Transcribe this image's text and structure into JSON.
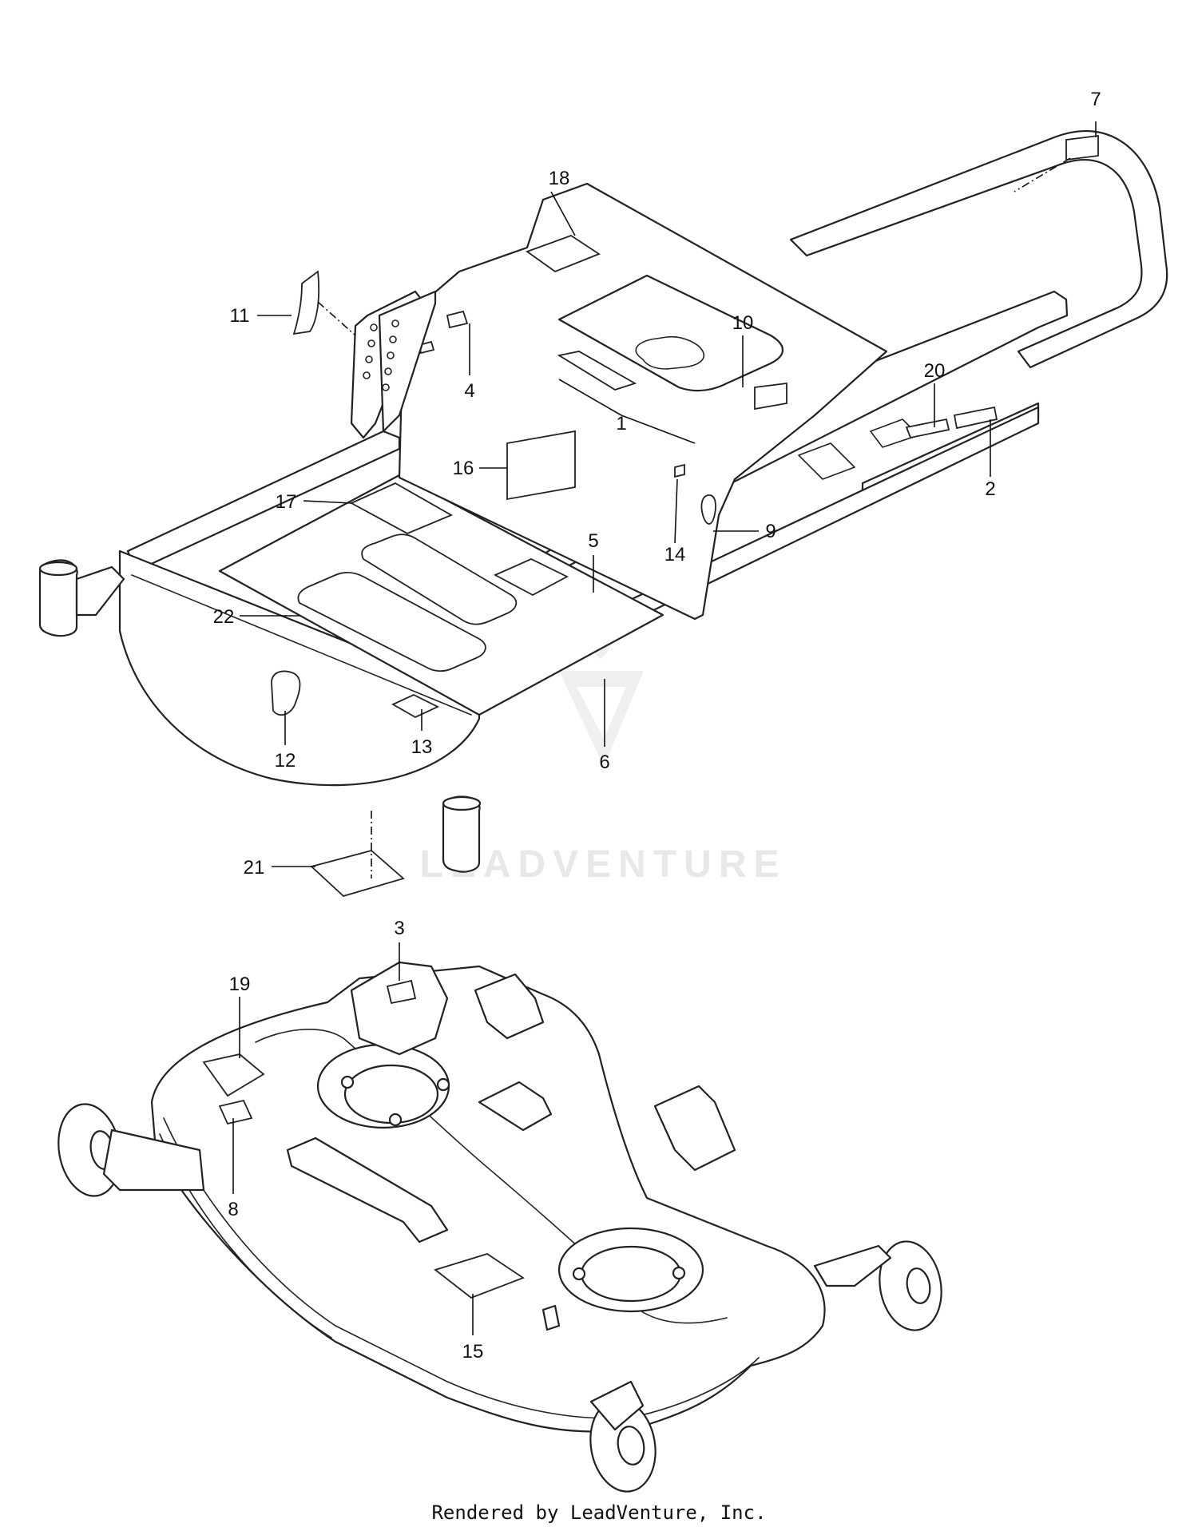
{
  "callouts": [
    {
      "id": "1",
      "label": "1"
    },
    {
      "id": "2",
      "label": "2"
    },
    {
      "id": "3",
      "label": "3"
    },
    {
      "id": "4",
      "label": "4"
    },
    {
      "id": "5",
      "label": "5"
    },
    {
      "id": "6",
      "label": "6"
    },
    {
      "id": "7",
      "label": "7"
    },
    {
      "id": "8",
      "label": "8"
    },
    {
      "id": "9",
      "label": "9"
    },
    {
      "id": "10",
      "label": "10"
    },
    {
      "id": "11",
      "label": "11"
    },
    {
      "id": "12",
      "label": "12"
    },
    {
      "id": "13",
      "label": "13"
    },
    {
      "id": "14",
      "label": "14"
    },
    {
      "id": "15",
      "label": "15"
    },
    {
      "id": "16",
      "label": "16"
    },
    {
      "id": "17",
      "label": "17"
    },
    {
      "id": "18",
      "label": "18"
    },
    {
      "id": "19",
      "label": "19"
    },
    {
      "id": "20",
      "label": "20"
    },
    {
      "id": "21",
      "label": "21"
    },
    {
      "id": "22",
      "label": "22"
    }
  ],
  "watermark": {
    "text": "LEADVENTURE"
  },
  "footer": {
    "text": "Rendered by LeadVenture, Inc."
  }
}
